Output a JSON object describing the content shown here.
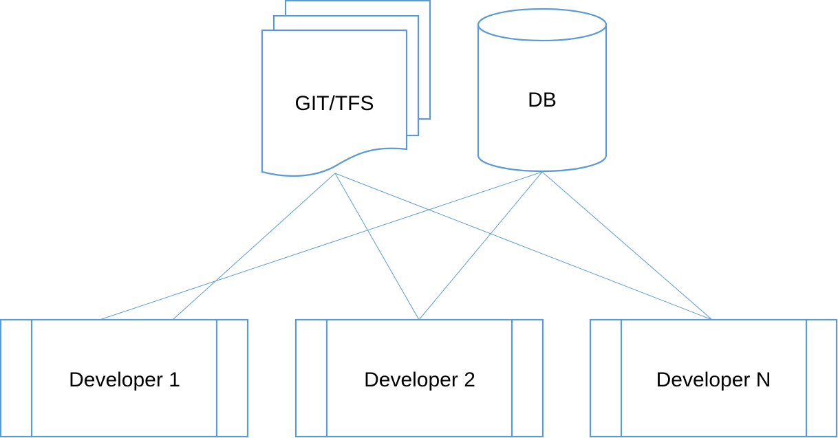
{
  "nodes": {
    "repo": {
      "label": "GIT/TFS",
      "shape": "multi-document"
    },
    "db": {
      "label": "DB",
      "shape": "cylinder"
    },
    "developers": [
      {
        "label": "Developer 1",
        "shape": "predefined-process"
      },
      {
        "label": "Developer 2",
        "shape": "predefined-process"
      },
      {
        "label": "Developer N",
        "shape": "predefined-process"
      }
    ]
  },
  "edges": [
    {
      "from": "GIT/TFS",
      "to": "Developer 1"
    },
    {
      "from": "GIT/TFS",
      "to": "Developer 2"
    },
    {
      "from": "GIT/TFS",
      "to": "Developer N"
    },
    {
      "from": "DB",
      "to": "Developer 1"
    },
    {
      "from": "DB",
      "to": "Developer 2"
    },
    {
      "from": "DB",
      "to": "Developer N"
    }
  ],
  "colors": {
    "stroke": "#5b9bd5",
    "text": "#000000",
    "background": "#ffffff"
  }
}
